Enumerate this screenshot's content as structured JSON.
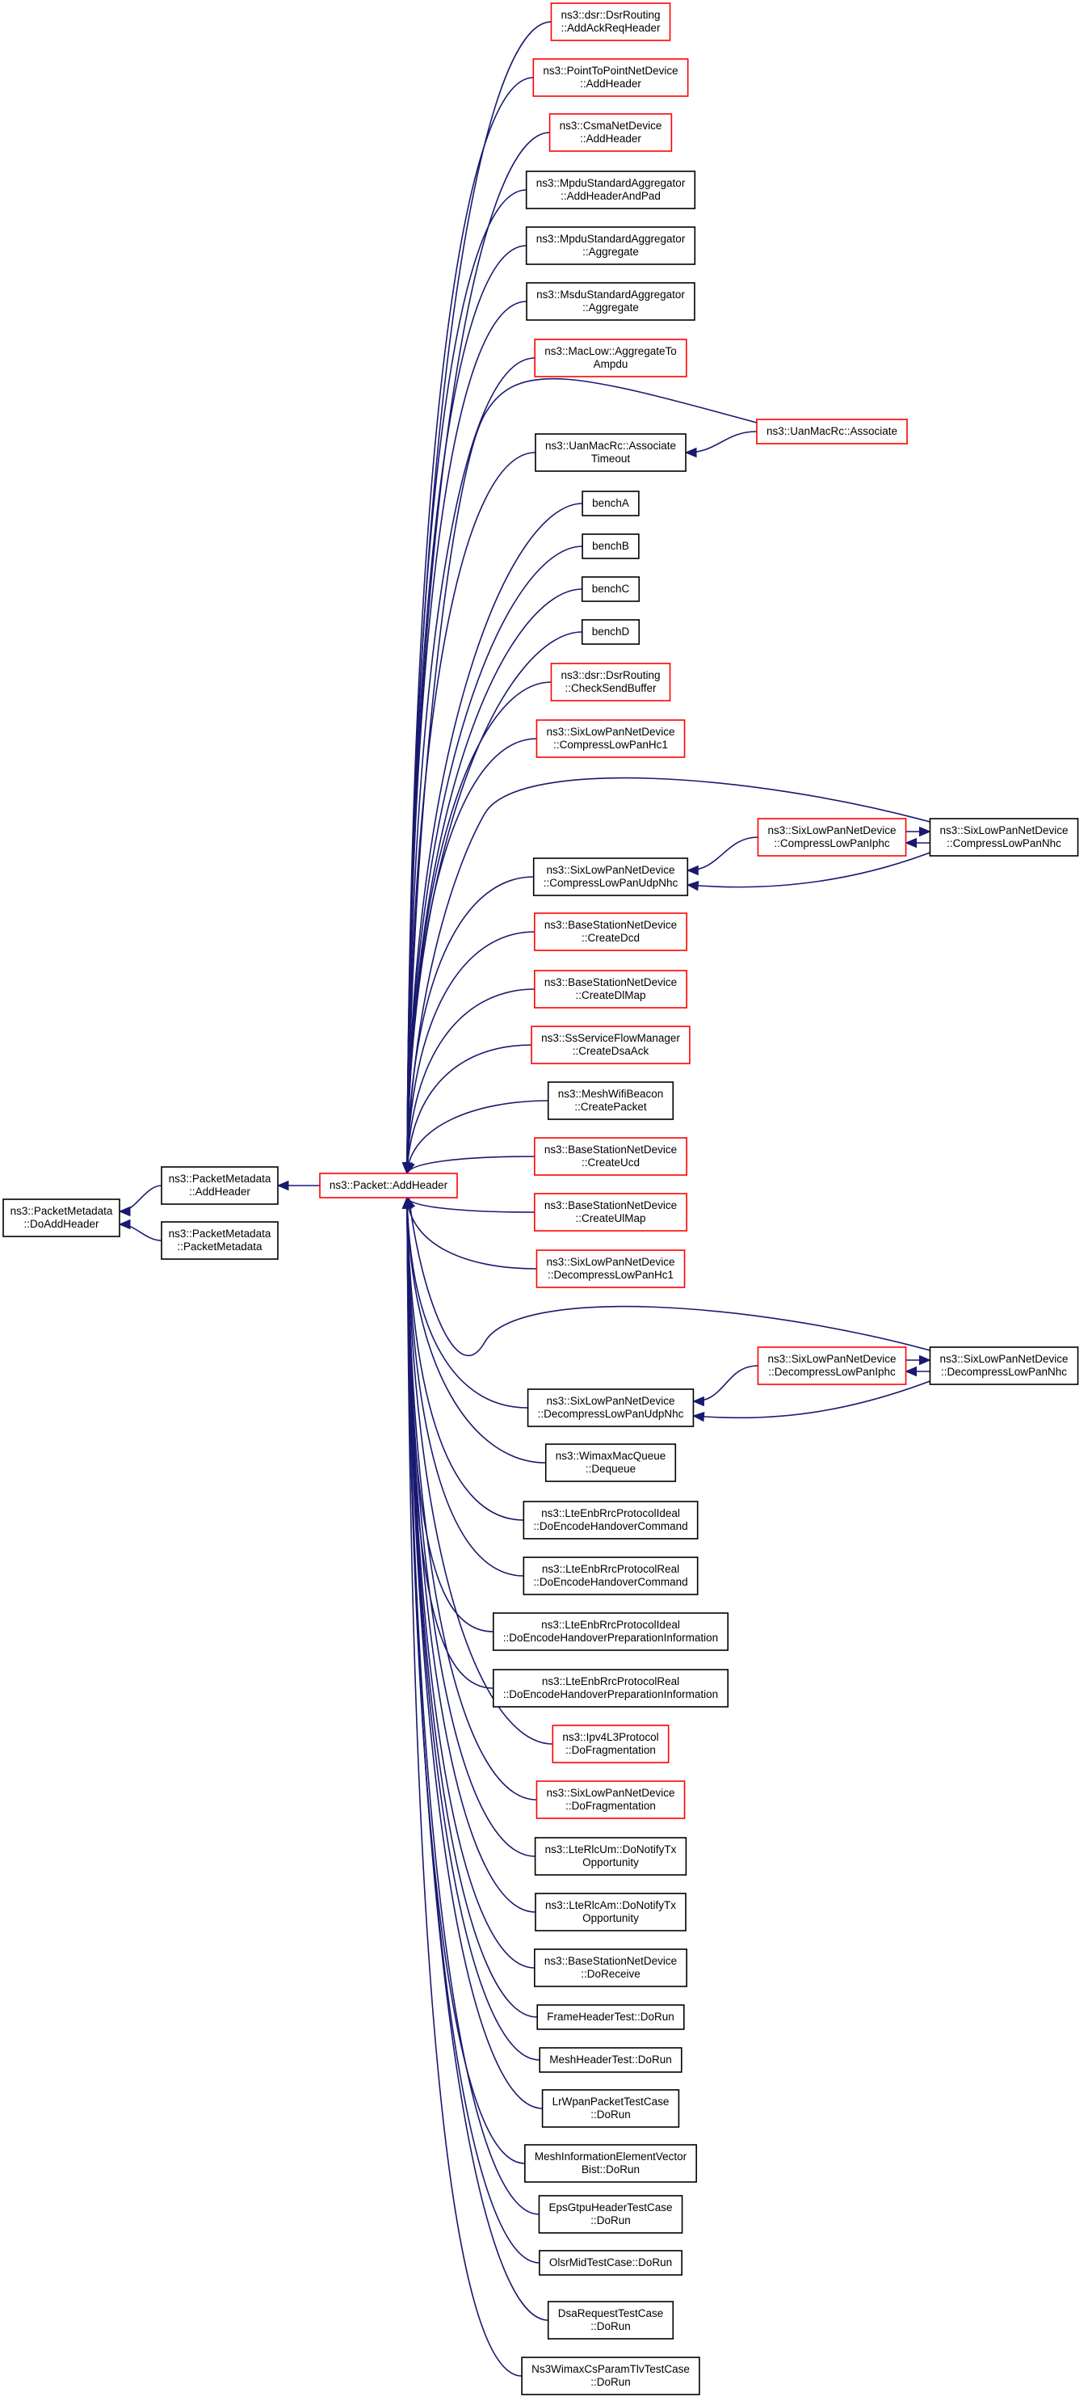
{
  "colors": {
    "edge": "#191970",
    "border_documented": "#000000",
    "border_truncated": "#ff0000",
    "highlight_fill": "#bfbfbf"
  },
  "graph": {
    "focus": {
      "id": "focus",
      "lines": [
        "ns3::PacketMetadata",
        "::DoAddHeader"
      ]
    },
    "level1": [
      {
        "id": "pm_addheader",
        "lines": [
          "ns3::PacketMetadata",
          "::AddHeader"
        ],
        "border": "black"
      },
      {
        "id": "pm_ctor",
        "lines": [
          "ns3::PacketMetadata",
          "::PacketMetadata"
        ],
        "border": "black"
      }
    ],
    "hub": {
      "id": "packet_addheader",
      "lines": [
        "ns3::Packet::AddHeader"
      ],
      "border": "red"
    },
    "callers": [
      {
        "id": "c01",
        "lines": [
          "ns3::dsr::DsrRouting",
          "::AddAckReqHeader"
        ],
        "border": "red"
      },
      {
        "id": "c02",
        "lines": [
          "ns3::PointToPointNetDevice",
          "::AddHeader"
        ],
        "border": "red"
      },
      {
        "id": "c03",
        "lines": [
          "ns3::CsmaNetDevice",
          "::AddHeader"
        ],
        "border": "red"
      },
      {
        "id": "c04",
        "lines": [
          "ns3::MpduStandardAggregator",
          "::AddHeaderAndPad"
        ],
        "border": "black"
      },
      {
        "id": "c05",
        "lines": [
          "ns3::MpduStandardAggregator",
          "::Aggregate"
        ],
        "border": "black"
      },
      {
        "id": "c06",
        "lines": [
          "ns3::MsduStandardAggregator",
          "::Aggregate"
        ],
        "border": "black"
      },
      {
        "id": "c07",
        "lines": [
          "ns3::MacLow::AggregateTo",
          "Ampdu"
        ],
        "border": "red"
      },
      {
        "id": "c08",
        "lines": [
          "ns3::UanMacRc::Associate",
          "Timeout"
        ],
        "border": "black"
      },
      {
        "id": "c09",
        "lines": [
          "benchA"
        ],
        "border": "black"
      },
      {
        "id": "c10",
        "lines": [
          "benchB"
        ],
        "border": "black"
      },
      {
        "id": "c11",
        "lines": [
          "benchC"
        ],
        "border": "black"
      },
      {
        "id": "c12",
        "lines": [
          "benchD"
        ],
        "border": "black"
      },
      {
        "id": "c13",
        "lines": [
          "ns3::dsr::DsrRouting",
          "::CheckSendBuffer"
        ],
        "border": "red"
      },
      {
        "id": "c14",
        "lines": [
          "ns3::SixLowPanNetDevice",
          "::CompressLowPanHc1"
        ],
        "border": "red"
      },
      {
        "id": "c15",
        "lines": [
          "ns3::SixLowPanNetDevice",
          "::CompressLowPanUdpNhc"
        ],
        "border": "black"
      },
      {
        "id": "c16",
        "lines": [
          "ns3::BaseStationNetDevice",
          "::CreateDcd"
        ],
        "border": "red"
      },
      {
        "id": "c17",
        "lines": [
          "ns3::BaseStationNetDevice",
          "::CreateDlMap"
        ],
        "border": "red"
      },
      {
        "id": "c18",
        "lines": [
          "ns3::SsServiceFlowManager",
          "::CreateDsaAck"
        ],
        "border": "red"
      },
      {
        "id": "c19",
        "lines": [
          "ns3::MeshWifiBeacon",
          "::CreatePacket"
        ],
        "border": "black"
      },
      {
        "id": "c20",
        "lines": [
          "ns3::BaseStationNetDevice",
          "::CreateUcd"
        ],
        "border": "red"
      },
      {
        "id": "c21",
        "lines": [
          "ns3::BaseStationNetDevice",
          "::CreateUlMap"
        ],
        "border": "red"
      },
      {
        "id": "c22",
        "lines": [
          "ns3::SixLowPanNetDevice",
          "::DecompressLowPanHc1"
        ],
        "border": "red"
      },
      {
        "id": "c23",
        "lines": [
          "ns3::SixLowPanNetDevice",
          "::DecompressLowPanUdpNhc"
        ],
        "border": "black"
      },
      {
        "id": "c24",
        "lines": [
          "ns3::WimaxMacQueue",
          "::Dequeue"
        ],
        "border": "black"
      },
      {
        "id": "c25",
        "lines": [
          "ns3::LteEnbRrcProtocolIdeal",
          "::DoEncodeHandoverCommand"
        ],
        "border": "black"
      },
      {
        "id": "c26",
        "lines": [
          "ns3::LteEnbRrcProtocolReal",
          "::DoEncodeHandoverCommand"
        ],
        "border": "black"
      },
      {
        "id": "c27",
        "lines": [
          "ns3::LteEnbRrcProtocolIdeal",
          "::DoEncodeHandoverPreparationInformation"
        ],
        "border": "black"
      },
      {
        "id": "c28",
        "lines": [
          "ns3::LteEnbRrcProtocolReal",
          "::DoEncodeHandoverPreparationInformation"
        ],
        "border": "black"
      },
      {
        "id": "c29",
        "lines": [
          "ns3::Ipv4L3Protocol",
          "::DoFragmentation"
        ],
        "border": "red"
      },
      {
        "id": "c30",
        "lines": [
          "ns3::SixLowPanNetDevice",
          "::DoFragmentation"
        ],
        "border": "red"
      },
      {
        "id": "c31",
        "lines": [
          "ns3::LteRlcUm::DoNotifyTx",
          "Opportunity"
        ],
        "border": "black"
      },
      {
        "id": "c32",
        "lines": [
          "ns3::LteRlcAm::DoNotifyTx",
          "Opportunity"
        ],
        "border": "black"
      },
      {
        "id": "c33",
        "lines": [
          "ns3::BaseStationNetDevice",
          "::DoReceive"
        ],
        "border": "black"
      },
      {
        "id": "c34",
        "lines": [
          "FrameHeaderTest::DoRun"
        ],
        "border": "black"
      },
      {
        "id": "c35",
        "lines": [
          "MeshHeaderTest::DoRun"
        ],
        "border": "black"
      },
      {
        "id": "c36",
        "lines": [
          "LrWpanPacketTestCase",
          "::DoRun"
        ],
        "border": "black"
      },
      {
        "id": "c37",
        "lines": [
          "MeshInformationElementVector",
          "Bist::DoRun"
        ],
        "border": "black"
      },
      {
        "id": "c38",
        "lines": [
          "EpsGtpuHeaderTestCase",
          "::DoRun"
        ],
        "border": "black"
      },
      {
        "id": "c39",
        "lines": [
          "OlsrMidTestCase::DoRun"
        ],
        "border": "black"
      },
      {
        "id": "c40",
        "lines": [
          "DsaRequestTestCase",
          "::DoRun"
        ],
        "border": "black"
      },
      {
        "id": "c41",
        "lines": [
          "Ns3WimaxCsParamTlvTestCase",
          "::DoRun"
        ],
        "border": "black"
      }
    ],
    "secondary": [
      {
        "id": "uan_associate",
        "lines": [
          "ns3::UanMacRc::Associate"
        ],
        "border": "red"
      },
      {
        "id": "comp_iphc",
        "lines": [
          "ns3::SixLowPanNetDevice",
          "::CompressLowPanIphc"
        ],
        "border": "red"
      },
      {
        "id": "comp_nhc",
        "lines": [
          "ns3::SixLowPanNetDevice",
          "::CompressLowPanNhc"
        ],
        "border": "black"
      },
      {
        "id": "decomp_iphc",
        "lines": [
          "ns3::SixLowPanNetDevice",
          "::DecompressLowPanIphc"
        ],
        "border": "red"
      },
      {
        "id": "decomp_nhc",
        "lines": [
          "ns3::SixLowPanNetDevice",
          "::DecompressLowPanNhc"
        ],
        "border": "black"
      }
    ],
    "edges": [
      [
        "pm_addheader",
        "focus"
      ],
      [
        "pm_ctor",
        "focus"
      ],
      [
        "packet_addheader",
        "pm_addheader"
      ],
      [
        "c01",
        "packet_addheader"
      ],
      [
        "c02",
        "packet_addheader"
      ],
      [
        "c03",
        "packet_addheader"
      ],
      [
        "c04",
        "packet_addheader"
      ],
      [
        "c05",
        "packet_addheader"
      ],
      [
        "c06",
        "packet_addheader"
      ],
      [
        "c07",
        "packet_addheader"
      ],
      [
        "c08",
        "packet_addheader"
      ],
      [
        "c09",
        "packet_addheader"
      ],
      [
        "c10",
        "packet_addheader"
      ],
      [
        "c11",
        "packet_addheader"
      ],
      [
        "c12",
        "packet_addheader"
      ],
      [
        "c13",
        "packet_addheader"
      ],
      [
        "c14",
        "packet_addheader"
      ],
      [
        "c15",
        "packet_addheader"
      ],
      [
        "c16",
        "packet_addheader"
      ],
      [
        "c17",
        "packet_addheader"
      ],
      [
        "c18",
        "packet_addheader"
      ],
      [
        "c19",
        "packet_addheader"
      ],
      [
        "c20",
        "packet_addheader"
      ],
      [
        "c21",
        "packet_addheader"
      ],
      [
        "c22",
        "packet_addheader"
      ],
      [
        "c23",
        "packet_addheader"
      ],
      [
        "c24",
        "packet_addheader"
      ],
      [
        "c25",
        "packet_addheader"
      ],
      [
        "c26",
        "packet_addheader"
      ],
      [
        "c27",
        "packet_addheader"
      ],
      [
        "c28",
        "packet_addheader"
      ],
      [
        "c29",
        "packet_addheader"
      ],
      [
        "c30",
        "packet_addheader"
      ],
      [
        "c31",
        "packet_addheader"
      ],
      [
        "c32",
        "packet_addheader"
      ],
      [
        "c33",
        "packet_addheader"
      ],
      [
        "c34",
        "packet_addheader"
      ],
      [
        "c35",
        "packet_addheader"
      ],
      [
        "c36",
        "packet_addheader"
      ],
      [
        "c37",
        "packet_addheader"
      ],
      [
        "c38",
        "packet_addheader"
      ],
      [
        "c39",
        "packet_addheader"
      ],
      [
        "c40",
        "packet_addheader"
      ],
      [
        "c41",
        "packet_addheader"
      ],
      [
        "uan_associate",
        "packet_addheader"
      ],
      [
        "uan_associate",
        "c08"
      ],
      [
        "comp_nhc",
        "packet_addheader"
      ],
      [
        "comp_iphc",
        "c15"
      ],
      [
        "comp_nhc",
        "c15"
      ],
      [
        "comp_nhc",
        "comp_iphc"
      ],
      [
        "comp_iphc",
        "comp_nhc"
      ],
      [
        "decomp_nhc",
        "packet_addheader"
      ],
      [
        "decomp_iphc",
        "c23"
      ],
      [
        "decomp_nhc",
        "c23"
      ],
      [
        "decomp_nhc",
        "decomp_iphc"
      ],
      [
        "decomp_iphc",
        "decomp_nhc"
      ]
    ]
  }
}
